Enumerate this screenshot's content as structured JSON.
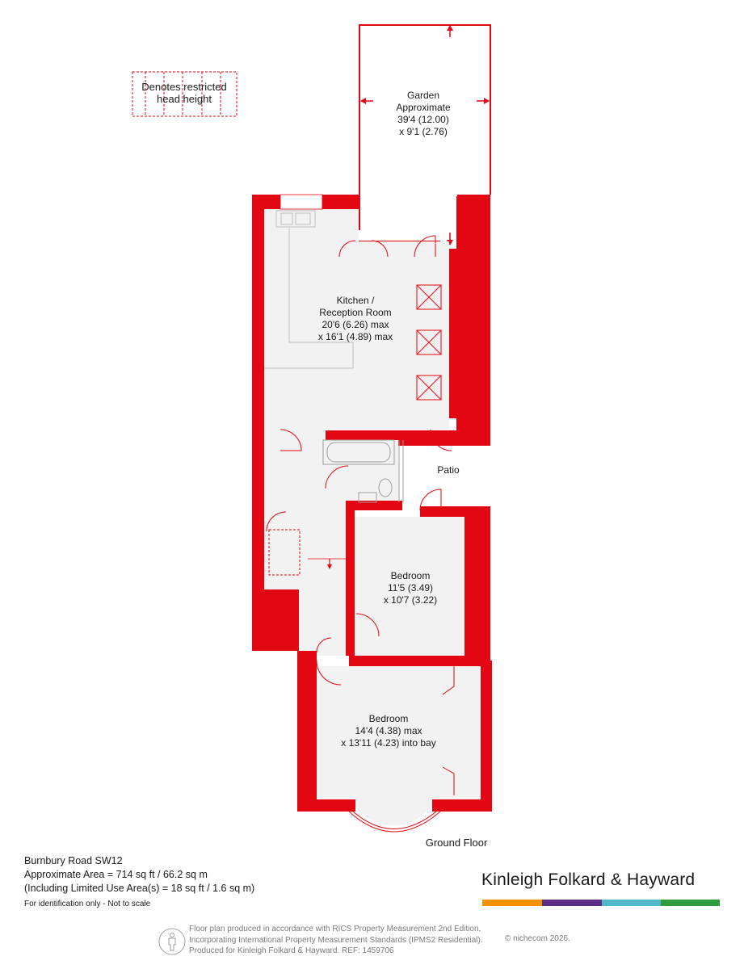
{
  "legend": {
    "line1": "Denotes restricted",
    "line2": "head height"
  },
  "rooms": {
    "garden": {
      "name": "Garden",
      "line2": "Approximate",
      "line3": "39'4 (12.00)",
      "line4": "x 9'1 (2.76)"
    },
    "kitchen": {
      "name": "Kitchen /",
      "line2": "Reception Room",
      "line3": "20'6 (6.26) max",
      "line4": "x 16'1 (4.89) max"
    },
    "patio": {
      "name": "Patio"
    },
    "bedroom1": {
      "name": "Bedroom",
      "line2": "11'5 (3.49)",
      "line3": "x 10'7 (3.22)"
    },
    "bedroom2": {
      "name": "Bedroom",
      "line2": "14'4 (4.38) max",
      "line3": "x 13'11 (4.23) into bay"
    }
  },
  "floor_label": "Ground Floor",
  "property": {
    "address": "Burnbury Road  SW12",
    "area": "Approximate Area = 714 sq ft / 66.2 sq m",
    "limited": "(Including Limited Use Area(s) = 18 sq ft / 1.6 sq m)",
    "note": "For identification only - Not to scale"
  },
  "brand": {
    "name": "Kinleigh Folkard & Hayward",
    "colors": [
      "#f39200",
      "#5b2d86",
      "#4fb9c9",
      "#2e9b3e"
    ]
  },
  "footer": {
    "line1": "Floor plan produced in accordance with RICS Property Measurement 2nd Edition,",
    "line2": "Incorporating International Property Measurement Standards (IPMS2 Residential).",
    "line3": "Produced for Kinleigh Folkard & Hayward.   REF: 1459706",
    "copyright": "© nichecom 2026."
  },
  "colors": {
    "wall": "#e30613",
    "floor": "#f2f2f2"
  }
}
